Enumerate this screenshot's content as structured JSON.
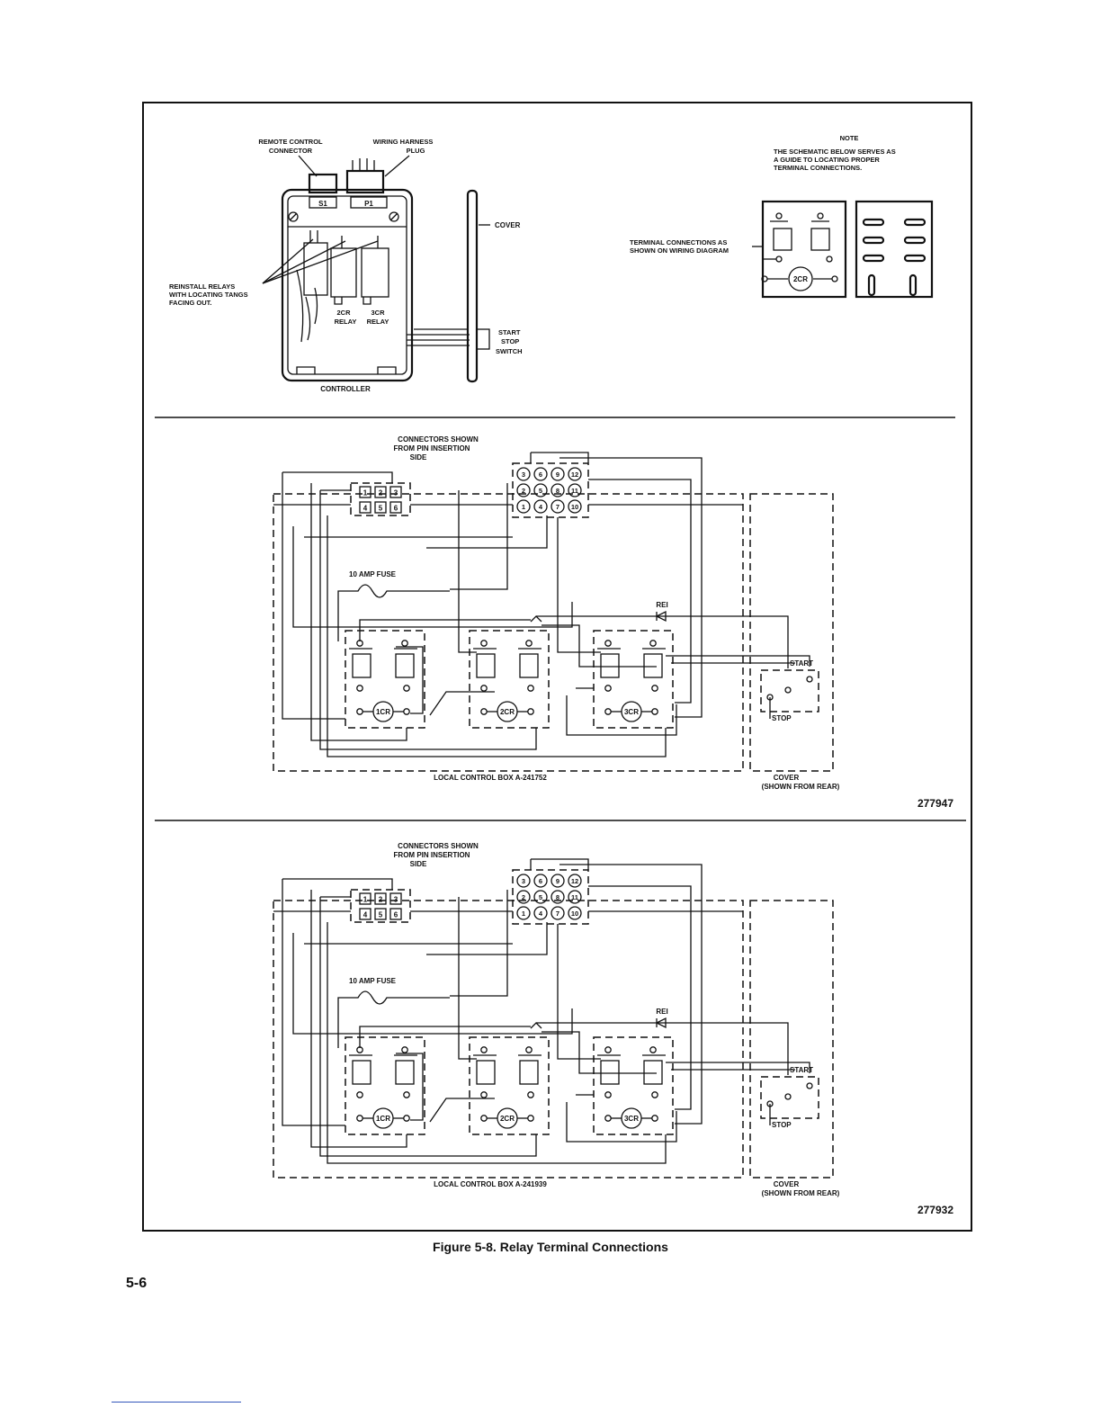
{
  "top": {
    "remote_control_connector": [
      "REMOTE CONTROL",
      "CONNECTOR"
    ],
    "wiring_harness_plug": [
      "WIRING HARNESS",
      "PLUG"
    ],
    "s1": "S1",
    "p1": "P1",
    "cover": "COVER",
    "reinstall_relays": [
      "REINSTALL RELAYS",
      "WITH LOCATING TANGS",
      "FACING OUT."
    ],
    "relay_2cr": [
      "2CR",
      "RELAY"
    ],
    "relay_3cr": [
      "3CR",
      "RELAY"
    ],
    "start_stop_switch": [
      "START",
      "STOP",
      "SWITCH"
    ],
    "controller": "CONTROLLER",
    "note_title": "NOTE",
    "note_text": [
      "THE SCHEMATIC BELOW SERVES AS",
      "A GUIDE TO LOCATING PROPER",
      "TERMINAL CONNECTIONS."
    ],
    "terminal_connections": [
      "TERMINAL CONNECTIONS AS",
      "SHOWN ON WIRING DIAGRAM"
    ],
    "schematic_2cr": "2CR"
  },
  "diagrams": [
    {
      "connectors_shown": [
        "CONNECTORS SHOWN",
        "FROM PIN INSERTION",
        "SIDE"
      ],
      "connector_a_pins": [
        "1",
        "2",
        "3",
        "4",
        "5",
        "6"
      ],
      "connector_b_pins": [
        "3",
        "6",
        "9",
        "12",
        "2",
        "5",
        "8",
        "11",
        "1",
        "4",
        "7",
        "10"
      ],
      "fuse": "10 AMP FUSE",
      "diode": "REI",
      "relays": [
        "1CR",
        "2CR",
        "3CR"
      ],
      "start": "START",
      "stop": "STOP",
      "box_label": "LOCAL CONTROL BOX A-241752",
      "cover_label": [
        "COVER",
        "(SHOWN FROM REAR)"
      ],
      "part_number": "277947"
    },
    {
      "connectors_shown": [
        "CONNECTORS SHOWN",
        "FROM PIN INSERTION",
        "SIDE"
      ],
      "connector_a_pins": [
        "1",
        "2",
        "3",
        "4",
        "5",
        "6"
      ],
      "connector_b_pins": [
        "3",
        "6",
        "9",
        "12",
        "2",
        "5",
        "8",
        "11",
        "1",
        "4",
        "7",
        "10"
      ],
      "fuse": "10 AMP FUSE",
      "diode": "REI",
      "relays": [
        "1CR",
        "2CR",
        "3CR"
      ],
      "start": "START",
      "stop": "STOP",
      "box_label": "LOCAL CONTROL BOX A-241939",
      "cover_label": [
        "COVER",
        "(SHOWN FROM REAR)"
      ],
      "part_number": "277932"
    }
  ],
  "caption": "Figure 5-8.  Relay Terminal Connections",
  "page_number": "5-6"
}
